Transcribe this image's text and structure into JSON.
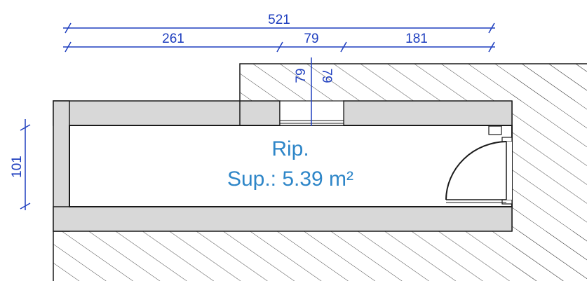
{
  "room": {
    "name": "Rip.",
    "area_label": "Sup.: 5.39 m²"
  },
  "dimensions": {
    "overall_width": "521",
    "segment_left": "261",
    "segment_opening": "79",
    "segment_right": "181",
    "opening_depth_left": "79",
    "opening_depth_right": "79",
    "room_height": "101"
  },
  "colors": {
    "wall_fill": "#d8d8d8",
    "outline": "#1a1a1a",
    "hatch": "#4a4a4a",
    "dimension": "#1f3fbf",
    "room_label": "#2e86c8"
  }
}
